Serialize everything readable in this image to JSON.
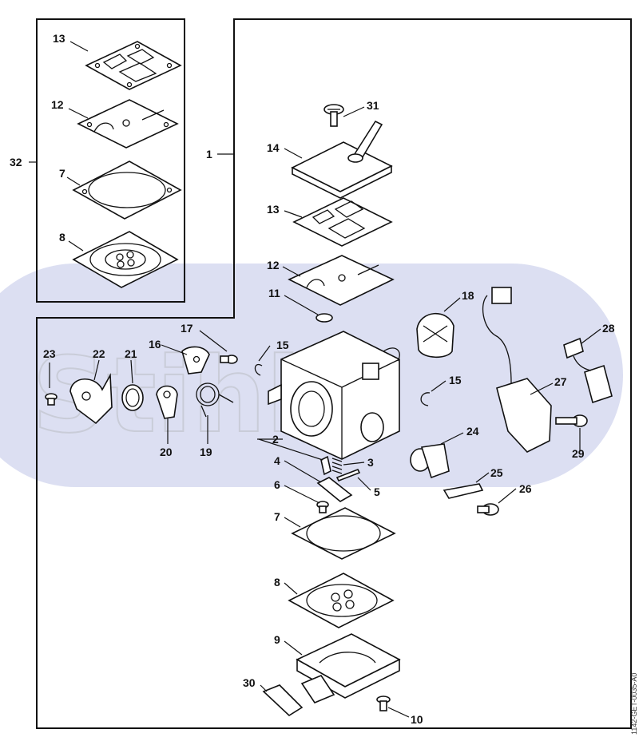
{
  "watermark": {
    "text": "Stihl"
  },
  "document_id": "1142-GET-0035-A0",
  "callouts": {
    "c1": "1",
    "c2": "2",
    "c3": "3",
    "c4": "4",
    "c5": "5",
    "c6": "6",
    "c7": "7",
    "c8": "8",
    "c9": "9",
    "c10": "10",
    "c11": "11",
    "c12": "12",
    "c13": "13",
    "c14": "14",
    "c15a": "15",
    "c15b": "15",
    "c16": "16",
    "c17": "17",
    "c18": "18",
    "c19": "19",
    "c20": "20",
    "c21": "21",
    "c22": "22",
    "c23": "23",
    "c24": "24",
    "c25": "25",
    "c26": "26",
    "c27": "27",
    "c28": "28",
    "c29": "29",
    "c30": "30",
    "c31": "31",
    "c32": "32",
    "k13": "13",
    "k12": "12",
    "k7": "7",
    "k8": "8"
  },
  "colors": {
    "line": "#111111",
    "watermark_band": "#dcdff2",
    "frame": "#111111"
  }
}
